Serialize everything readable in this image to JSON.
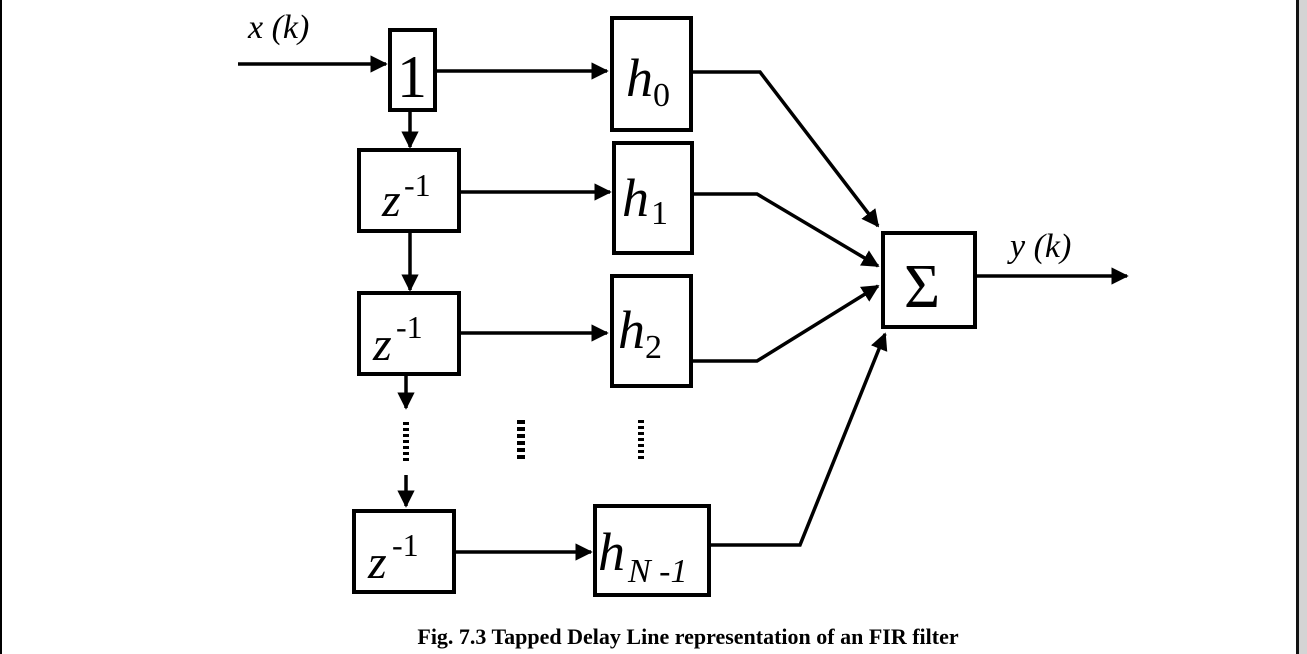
{
  "input_label": "x (k)",
  "output_label": "y (k)",
  "unit_block": "1",
  "delay": {
    "base": "z",
    "exp": "-1"
  },
  "coefficients": [
    {
      "base": "h",
      "sub": "0"
    },
    {
      "base": "h",
      "sub": "1"
    },
    {
      "base": "h",
      "sub": "2"
    },
    {
      "base": "h",
      "sub": "N -1"
    }
  ],
  "summer_symbol": "Σ",
  "caption": "Fig. 7.3 Tapped Delay Line representation of an FIR filter"
}
